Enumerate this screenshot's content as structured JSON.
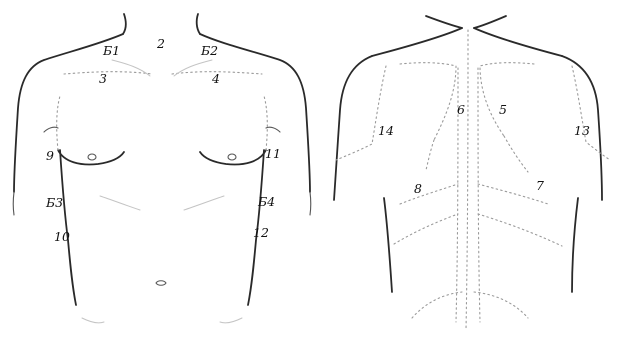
{
  "front_view": {
    "labels": {
      "b1": "Б1",
      "n2": "2",
      "b2": "Б2",
      "n3": "3",
      "n4": "4",
      "n9": "9",
      "n11": "11",
      "b3": "Б3",
      "b4": "Б4",
      "n10": "10",
      "n12": "12"
    }
  },
  "back_view": {
    "labels": {
      "n6": "6",
      "n5": "5",
      "n14": "14",
      "n13": "13",
      "n8": "8",
      "n7": "7"
    }
  }
}
